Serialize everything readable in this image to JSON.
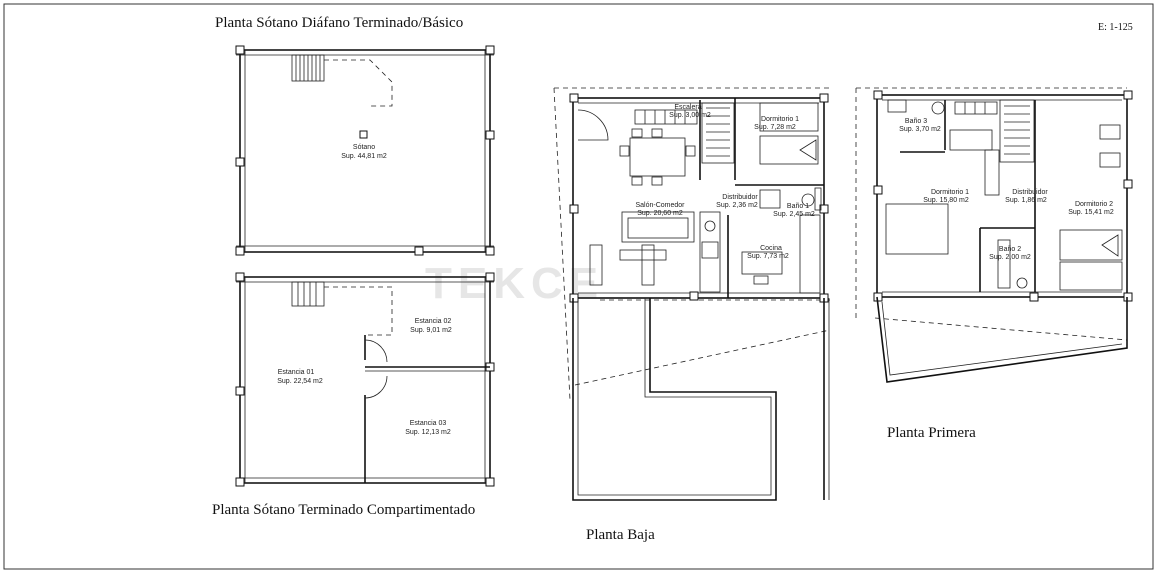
{
  "scale": "E: 1-125",
  "watermark": "TEKCE",
  "plans": {
    "basement_open": {
      "title": "Planta Sótano Diáfano Terminado/Básico",
      "rooms": [
        {
          "name": "Sótano",
          "area": "Sup. 44,81 m2"
        }
      ]
    },
    "basement_divided": {
      "title": "Planta Sótano Terminado Compartimentado",
      "rooms": [
        {
          "name": "Estancia 01",
          "area": "Sup. 22,54 m2"
        },
        {
          "name": "Estancia 02",
          "area": "Sup. 9,01 m2"
        },
        {
          "name": "Estancia 03",
          "area": "Sup. 12,13 m2"
        }
      ]
    },
    "ground_floor": {
      "title": "Planta Baja",
      "rooms": [
        {
          "name": "Escalera",
          "area": "Sup. 3,00 m2"
        },
        {
          "name": "Dormitorio 1",
          "area": "Sup. 7,28 m2"
        },
        {
          "name": "Distribuidor",
          "area": "Sup. 2,36 m2"
        },
        {
          "name": "Salón-Comedor",
          "area": "Sup. 20,60 m2"
        },
        {
          "name": "Baño 1",
          "area": "Sup. 2,45 m2"
        },
        {
          "name": "Cocina",
          "area": "Sup. 7,73 m2"
        }
      ]
    },
    "first_floor": {
      "title": "Planta Primera",
      "rooms": [
        {
          "name": "Baño 3",
          "area": "Sup. 3,70 m2"
        },
        {
          "name": "Dormitorio 1",
          "area": "Sup. 15,80 m2"
        },
        {
          "name": "Distribuidor",
          "area": "Sup. 1,86 m2"
        },
        {
          "name": "Dormitorio 2",
          "area": "Sup. 15,41 m2"
        },
        {
          "name": "Baño 2",
          "area": "Sup. 2,00 m2"
        }
      ]
    }
  }
}
